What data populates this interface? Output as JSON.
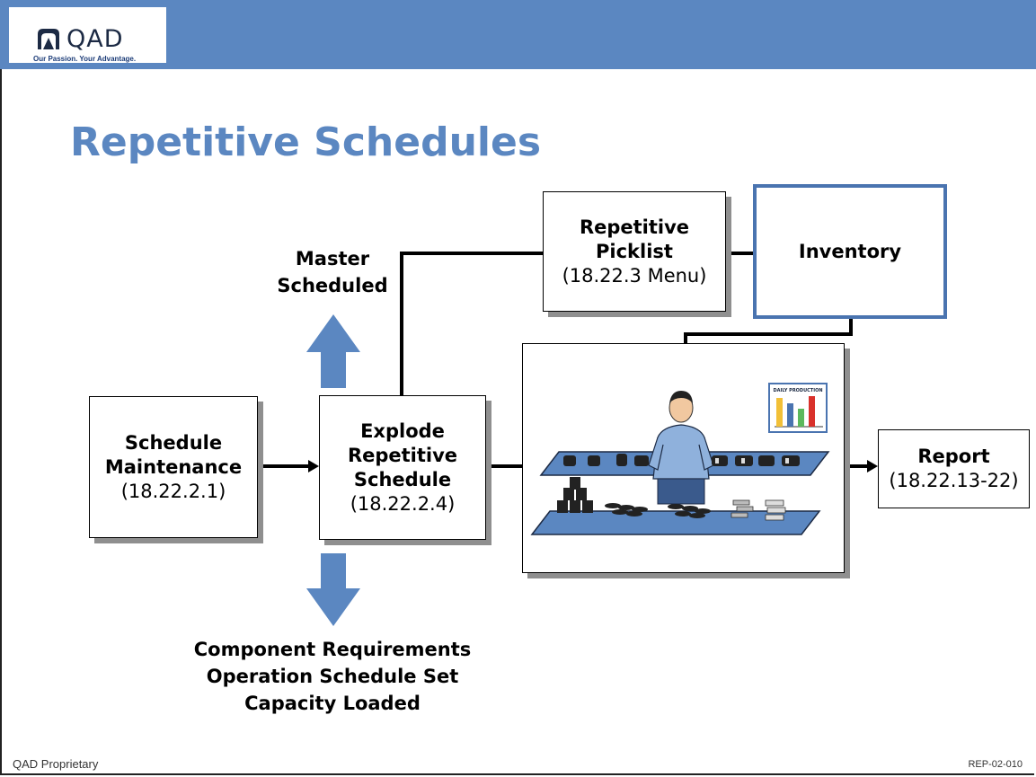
{
  "header": {
    "logo_text": "QAD",
    "tagline": "Our Passion. Your Advantage."
  },
  "title": "Repetitive Schedules",
  "boxes": {
    "schedule_maintenance": {
      "line1": "Schedule",
      "line2": "Maintenance",
      "code": "(18.22.2.1)"
    },
    "explode": {
      "line1": "Explode",
      "line2": "Repetitive",
      "line3": "Schedule",
      "code": "(18.22.2.4)"
    },
    "picklist": {
      "line1": "Repetitive",
      "line2": "Picklist",
      "code": "(18.22.3 Menu)"
    },
    "inventory": {
      "label": "Inventory"
    },
    "report": {
      "label": "Report",
      "code": "(18.22.13-22)"
    }
  },
  "labels": {
    "master_scheduled_1": "Master",
    "master_scheduled_2": "Scheduled",
    "outputs": [
      "Component Requirements",
      "Operation Schedule Set",
      "Capacity Loaded"
    ]
  },
  "scene": {
    "chart_title": "DAILY PRODUCTION"
  },
  "footer": {
    "left": "QAD Proprietary",
    "right": "REP-02-010"
  },
  "colors": {
    "header_bar": "#5b87c1",
    "title": "#5b87c1",
    "arrow": "#5b87c1",
    "inventory_border": "#4a74b0"
  }
}
